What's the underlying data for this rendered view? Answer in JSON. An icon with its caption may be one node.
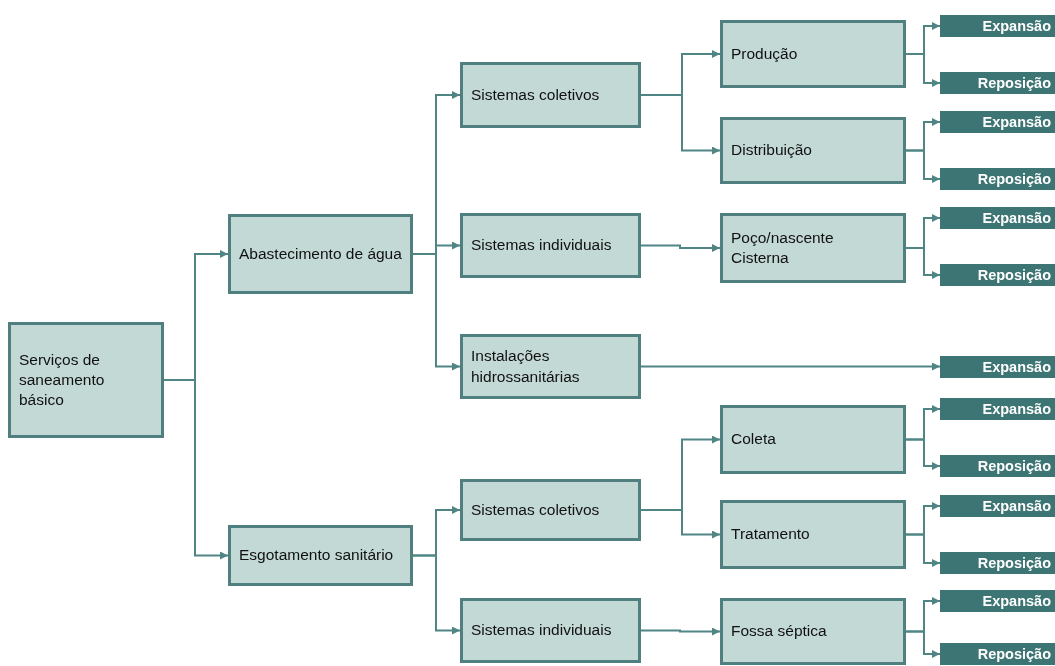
{
  "diagram": {
    "nodes": [
      {
        "text": [
          "Serviços de saneamento básico"
        ]
      },
      {
        "text": [
          "Abastecimento de água"
        ]
      },
      {
        "text": [
          "Sistemas coletivos"
        ]
      },
      {
        "text": [
          "Produção"
        ]
      },
      {
        "text": [
          "Expansão"
        ]
      },
      {
        "text": [
          "Reposição"
        ]
      },
      {
        "text": [
          "Distribuição"
        ]
      },
      {
        "text": [
          "Expansão"
        ]
      },
      {
        "text": [
          "Reposição"
        ]
      },
      {
        "text": [
          "Sistemas individuais"
        ]
      },
      {
        "text": [
          "Poço/nascente Cisterna"
        ]
      },
      {
        "text": [
          "Expansão"
        ]
      },
      {
        "text": [
          "Reposição"
        ]
      },
      {
        "text": [
          "Instalações hidrossanitárias"
        ]
      },
      {
        "text": [
          "Expansão"
        ]
      },
      {
        "text": [
          "Esgotamento sanitário"
        ]
      },
      {
        "text": [
          "Sistemas coletivos"
        ]
      },
      {
        "text": [
          "Coleta"
        ]
      },
      {
        "text": [
          "Expansão"
        ]
      },
      {
        "text": [
          "Reposição"
        ]
      },
      {
        "text": [
          "Tratamento"
        ]
      },
      {
        "text": [
          "Expansão"
        ]
      },
      {
        "text": [
          "Reposição"
        ]
      },
      {
        "text": [
          "Sistemas individuais"
        ]
      },
      {
        "text": [
          "Fossa séptica"
        ]
      },
      {
        "text": [
          "Expansão"
        ]
      },
      {
        "text": [
          "Reposição"
        ]
      }
    ],
    "edges": [
      {
        "from": 0,
        "to": 1,
        "arrow": "to"
      },
      {
        "from": 0,
        "to": 15,
        "arrow": "to"
      },
      {
        "from": 1,
        "to": 2,
        "arrow": "to"
      },
      {
        "from": 1,
        "to": 9,
        "arrow": "to"
      },
      {
        "from": 1,
        "to": 13,
        "arrow": "to"
      },
      {
        "from": 2,
        "to": 3,
        "arrow": "to"
      },
      {
        "from": 2,
        "to": 6,
        "arrow": "to"
      },
      {
        "from": 3,
        "to": 4,
        "arrow": "to"
      },
      {
        "from": 3,
        "to": 5,
        "arrow": "to"
      },
      {
        "from": 6,
        "to": 7,
        "arrow": "to"
      },
      {
        "from": 6,
        "to": 8,
        "arrow": "to"
      },
      {
        "from": 9,
        "to": 10,
        "arrow": "to"
      },
      {
        "from": 10,
        "to": 11,
        "arrow": "to"
      },
      {
        "from": 10,
        "to": 12,
        "arrow": "to"
      },
      {
        "from": 13,
        "to": 14,
        "arrow": "to"
      },
      {
        "from": 15,
        "to": 16,
        "arrow": "to"
      },
      {
        "from": 15,
        "to": 23,
        "arrow": "to"
      },
      {
        "from": 16,
        "to": 17,
        "arrow": "to"
      },
      {
        "from": 16,
        "to": 20,
        "arrow": "to"
      },
      {
        "from": 17,
        "to": 18,
        "arrow": "to"
      },
      {
        "from": 17,
        "to": 19,
        "arrow": "to"
      },
      {
        "from": 20,
        "to": 21,
        "arrow": "to"
      },
      {
        "from": 20,
        "to": 22,
        "arrow": "to"
      },
      {
        "from": 23,
        "to": 24,
        "arrow": "to"
      },
      {
        "from": 24,
        "to": 25,
        "arrow": "to"
      },
      {
        "from": 24,
        "to": 26,
        "arrow": "to"
      }
    ]
  }
}
